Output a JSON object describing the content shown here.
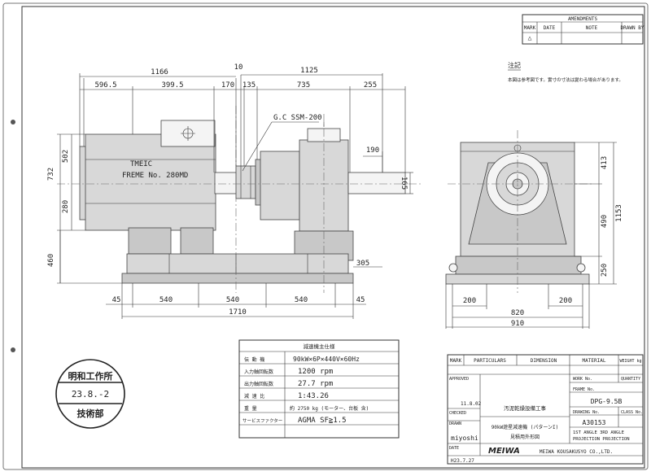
{
  "amendments": {
    "title": "AMENDMENTS",
    "col_mark": "MARK",
    "col_date": "DATE",
    "col_note": "NOTE",
    "col_drawn_by": "DRAWN BY",
    "mark_symbol": "△"
  },
  "notes": {
    "heading": "注記",
    "line1": "本図は参考図です。實寸の寸法は變わる場合があります。"
  },
  "front_view": {
    "motor_label_1": "TMEIC",
    "motor_label_2": "FREME No. 280MD",
    "coupling_label": "G.C SSM-200",
    "dims_top": [
      "596.5",
      "399.5",
      "170",
      "135",
      "735",
      "255"
    ],
    "dim_1166": "1166",
    "dim_10": "10",
    "dim_1125": "1125",
    "dim_732": "732",
    "dim_502": "502",
    "dim_280": "280",
    "dim_460": "460",
    "dim_190": "190",
    "dim_165": "165",
    "dim_305": "305",
    "dims_bottom": [
      "45",
      "540",
      "540",
      "540",
      "45"
    ],
    "dim_1710": "1710"
  },
  "side_view": {
    "dim_413": "413",
    "dim_1153": "1153",
    "dim_490": "490",
    "dim_250": "250",
    "dim_200_left": "200",
    "dim_200_right": "200",
    "dim_820": "820",
    "dim_910": "910"
  },
  "spec_table": {
    "title": "減速機主仕様",
    "rows": [
      {
        "label": "伝 動 機",
        "value": "90kW×6P×440V×60Hz"
      },
      {
        "label": "入力軸回転数",
        "value": "1200 rpm"
      },
      {
        "label": "出力軸回転数",
        "value": "27.7 rpm"
      },
      {
        "label": "減 速 比",
        "value": "1:43.26"
      },
      {
        "label": "重 量",
        "value": "約 2750 kg (モーター、台板 含)"
      },
      {
        "label": "サービスファクター",
        "value": "AGMA SF≧1.5"
      }
    ]
  },
  "stamp": {
    "top": "明和工作所",
    "date": "23.8.-2",
    "bottom": "技術部"
  },
  "title_block": {
    "mark": "MARK",
    "particulars": "PARTICULARS",
    "dimension": "DIMENSION",
    "material": "MATERIAL",
    "weight": "WEIGHT kg",
    "approved": "APPROVED",
    "work_no": "WORK No.",
    "quantity": "QUANTITY",
    "project": "汚泥乾燥設備工事",
    "frame_no_label": "FRAME No.",
    "frame_no": "DPG-9.5B",
    "checked": "CHECKED",
    "checked_date": "11.8.02",
    "drawing_no_label": "DRAWING No.",
    "drawing_no": "A30153",
    "class_no": "CLASS No.",
    "item_name": "90kW遊星減速機 (パターンI)",
    "item_sub": "見積用外形図",
    "drawn": "DRAWN",
    "designer": "miyoshi",
    "projection_1": "1ST ANGLE 3RD ANGLE",
    "projection_2": "PROJECTION PROJECTION",
    "date_label": "DATE",
    "date": "H23.7.27",
    "logo": "MEIWA",
    "company": "MEIWA KOUSAKUSYO CO.,LTD."
  }
}
